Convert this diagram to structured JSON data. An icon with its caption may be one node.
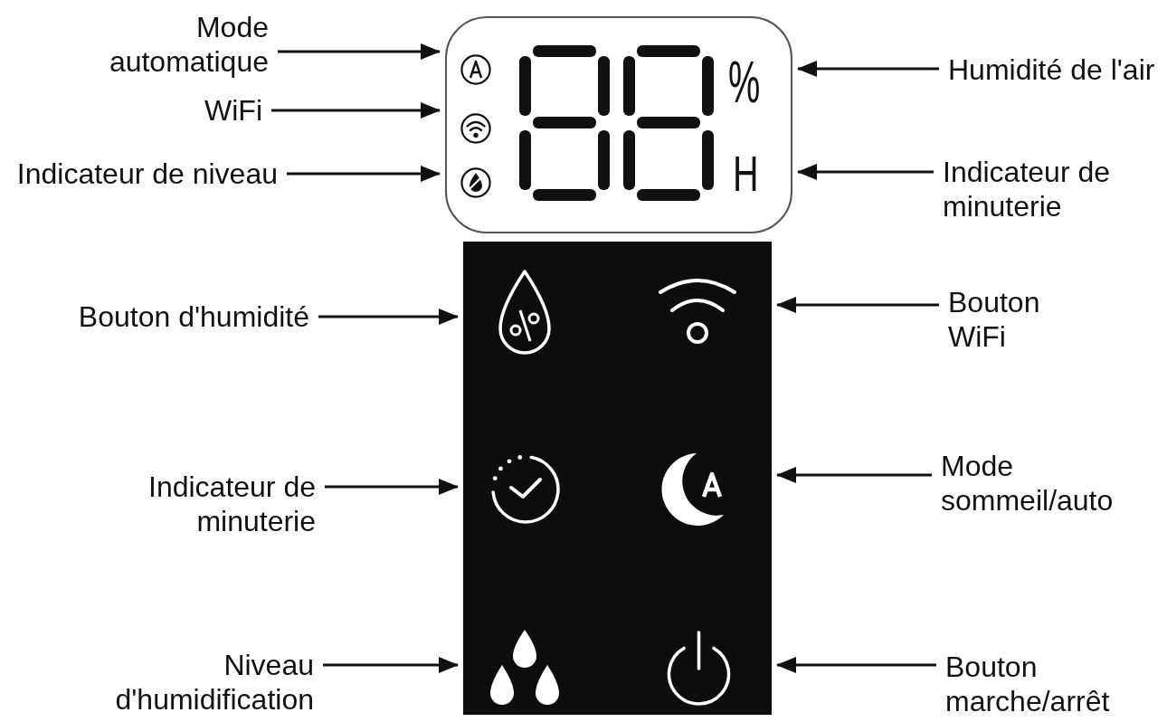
{
  "diagram": {
    "nodes": [
      {
        "text": [
          "Mode automatique"
        ]
      },
      {
        "text": [
          "WiFi"
        ]
      },
      {
        "text": [
          "Indicateur de niveau"
        ]
      },
      {
        "text": [],
        "shape": "box"
      },
      {
        "text": [],
        "shape": "picture",
        "in": 3
      },
      {
        "text": [],
        "shape": "picture",
        "in": 3
      },
      {
        "text": [],
        "shape": "picture",
        "in": 3
      },
      {
        "text": [
          "%"
        ],
        "in": 3
      },
      {
        "text": [
          "H"
        ],
        "in": 3
      },
      {
        "text": [
          "Humidité de l'air"
        ]
      },
      {
        "text": [
          "Indicateur de minuterie"
        ]
      },
      {
        "text": [
          "Bouton d'humidité"
        ]
      },
      {
        "text": [],
        "shape": "box"
      },
      {
        "text": [],
        "shape": "picture",
        "in": 12
      },
      {
        "text": [],
        "shape": "picture",
        "in": 12
      },
      {
        "text": [],
        "shape": "picture",
        "in": 12
      },
      {
        "text": [],
        "shape": "picture",
        "in": 12
      },
      {
        "text": [],
        "shape": "picture",
        "in": 12
      },
      {
        "text": [],
        "shape": "picture",
        "in": 12
      },
      {
        "text": [
          "Bouton WiFi"
        ]
      },
      {
        "text": [
          "Indicateur de minuterie"
        ]
      },
      {
        "text": [
          "Mode sommeil/auto"
        ]
      },
      {
        "text": [
          "Niveau d'humidification"
        ]
      },
      {
        "text": [
          "Bouton marche/arrêt"
        ]
      }
    ],
    "edges": [
      {
        "from": 0,
        "to": 4,
        "arrow": "to"
      },
      {
        "from": 1,
        "to": 5,
        "arrow": "to"
      },
      {
        "from": 2,
        "to": 6,
        "arrow": "to"
      },
      {
        "from": 9,
        "to": 7,
        "arrow": "to"
      },
      {
        "from": 10,
        "to": 8,
        "arrow": "to"
      },
      {
        "from": 11,
        "to": 13,
        "arrow": "to"
      },
      {
        "from": 19,
        "to": 14,
        "arrow": "to"
      },
      {
        "from": 20,
        "to": 15,
        "arrow": "to"
      },
      {
        "from": 21,
        "to": 16,
        "arrow": "to"
      },
      {
        "from": 22,
        "to": 17,
        "arrow": "to"
      },
      {
        "from": 23,
        "to": 18,
        "arrow": "to"
      }
    ]
  }
}
